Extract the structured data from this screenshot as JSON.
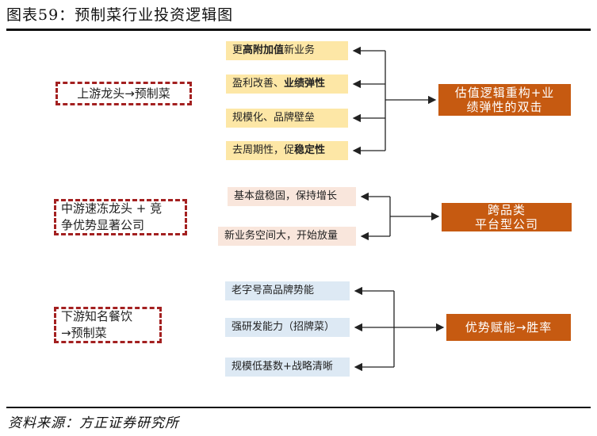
{
  "title": "图表59：预制菜行业投资逻辑图",
  "source": "资料来源：方正证券研究所",
  "groups": [
    {
      "left": "上游龙头→预制菜",
      "items": [
        {
          "pre": "更",
          "bold": "高附加值",
          "post": "新业务"
        },
        {
          "pre": "盈利改善、",
          "bold": "业绩弹性",
          "post": ""
        },
        {
          "pre": "规模化、品牌壁垒",
          "bold": "",
          "post": ""
        },
        {
          "pre": "去周期性，促",
          "bold": "稳定性",
          "post": ""
        }
      ],
      "result_line1": "估值逻辑重构+业",
      "result_line2": "绩弹性的双击"
    },
    {
      "left_line1": "中游速冻龙头 + 竞",
      "left_line2": "争优势显著公司",
      "items": [
        {
          "text": "基本盘稳固，保持增长"
        },
        {
          "text": "新业务空间大，开始放量"
        }
      ],
      "result_line1": "跨品类",
      "result_line2": "平台型公司"
    },
    {
      "left_line1": "下游知名餐饮",
      "left_line2": "→预制菜",
      "items": [
        {
          "text": "老字号高品牌势能"
        },
        {
          "text": "强研发能力（招牌菜）"
        },
        {
          "text": "规模低基数+战略清晰"
        }
      ],
      "result": "优势赋能→胜率"
    }
  ]
}
